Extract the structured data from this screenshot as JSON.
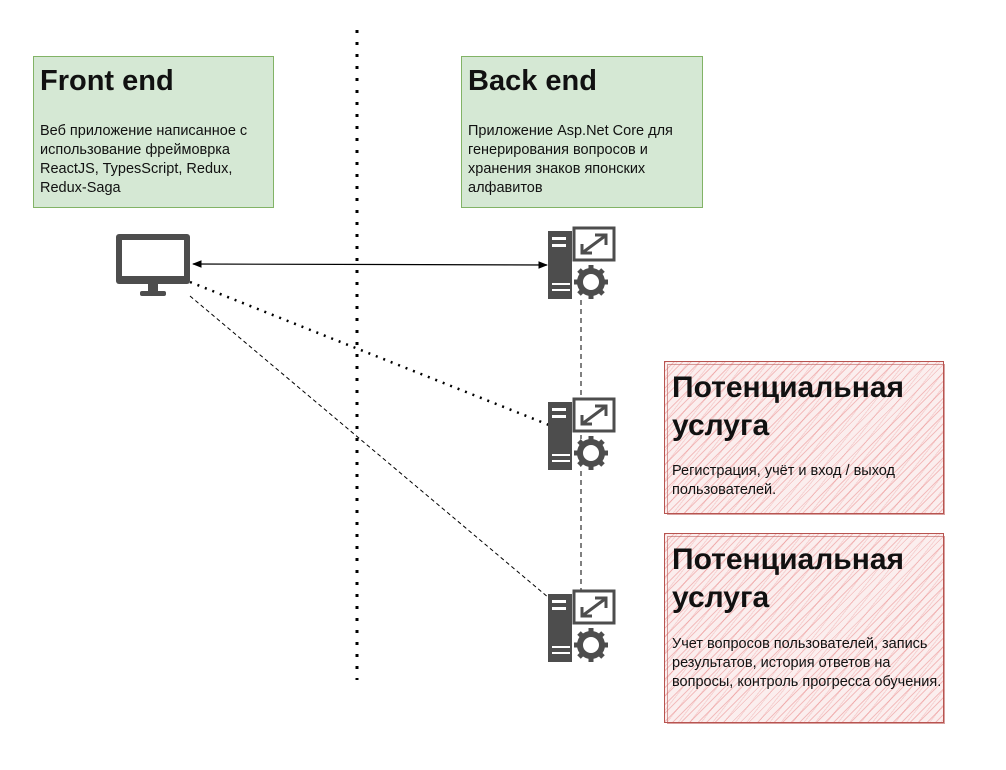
{
  "frontend": {
    "title": "Front end",
    "description": "Веб приложение написанное с использование фреймоврка ReactJS, TypesScript, Redux, Redux-Saga"
  },
  "backend": {
    "title": "Back end",
    "description": "Приложение Asp.Net Core для генерирования вопросов и хранения знаков японских алфавитов"
  },
  "services": [
    {
      "title": "Потенциальная услуга",
      "description": "Регистрация, учёт и вход / выход пользователей."
    },
    {
      "title": "Потенциальная услуга",
      "description": "Учет вопросов пользователей, запись результатов, история ответов на вопросы, контроль прогресса обучения."
    }
  ],
  "icons": {
    "client": "monitor-icon",
    "server": "server-gear-icon"
  },
  "colors": {
    "green_fill": "#d5e8d4",
    "green_border": "#82b366",
    "red_hatch": "#e56e6e",
    "red_border": "#b85450",
    "icon": "#4d4d4d"
  }
}
